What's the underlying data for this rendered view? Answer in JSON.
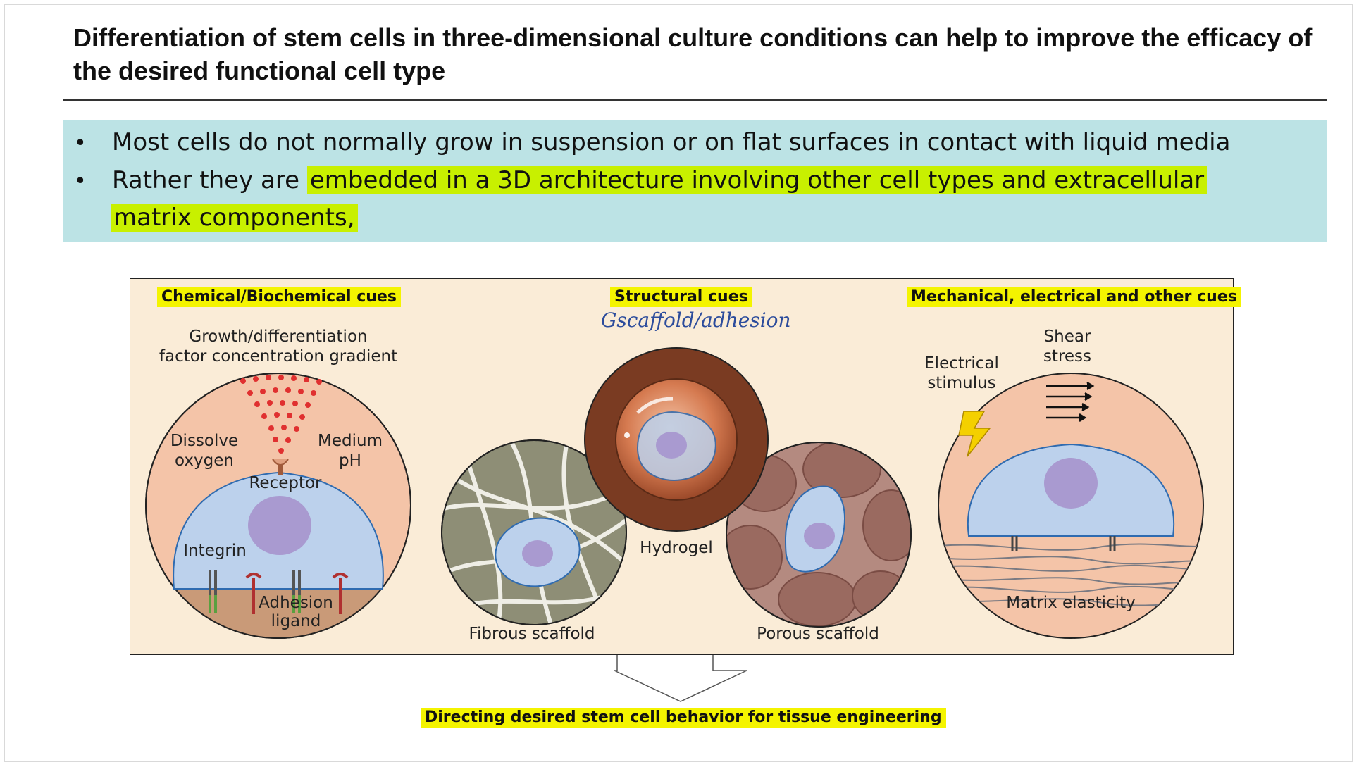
{
  "slide": {
    "title": "Differentiation of stem cells in three-dimensional culture conditions can help to improve the efficacy of the desired functional cell type",
    "bullet_marker": "•",
    "bullets": {
      "b1": "Most cells do not normally grow in suspension or on flat surfaces in contact with liquid media",
      "b2_prefix": "Rather they are",
      "b2_highlight_line1": "embedded in a 3D architecture involving other cell types and extracellular",
      "b2_highlight_line2": "matrix components,"
    },
    "highlight_color": "#c8f000"
  },
  "figure": {
    "headers": {
      "chemical": "Chemical/Biochemical cues",
      "structural": "Structural cues",
      "mechanical": "Mechanical, electrical and other cues"
    },
    "handwritten_note": "Gscaffold/adhesion",
    "chemical_panel": {
      "gradient_label_line1": "Growth/differentiation",
      "gradient_label_line2": "factor concentration gradient",
      "dissolve_line1": "Dissolve",
      "dissolve_line2": "oxygen",
      "medium_line1": "Medium",
      "medium_line2": "pH",
      "receptor": "Receptor",
      "integrin": "Integrin",
      "adhesion_line1": "Adhesion",
      "adhesion_line2": "ligand"
    },
    "structural_panel": {
      "hydrogel": "Hydrogel",
      "fibrous": "Fibrous scaffold",
      "porous": "Porous scaffold"
    },
    "mechanical_panel": {
      "shear_line1": "Shear",
      "shear_line2": "stress",
      "electrical_line1": "Electrical",
      "electrical_line2": "stimulus",
      "matrix": "Matrix elasticity"
    },
    "conclusion": "Directing desired stem cell behavior for tissue engineering",
    "colors": {
      "panel_bg": "#faecd7",
      "circle_fill": "#f4c4a8",
      "cell_fill": "#bcd1ec",
      "nucleus": "#a99ad0",
      "header_highlight": "#f4f400"
    }
  }
}
